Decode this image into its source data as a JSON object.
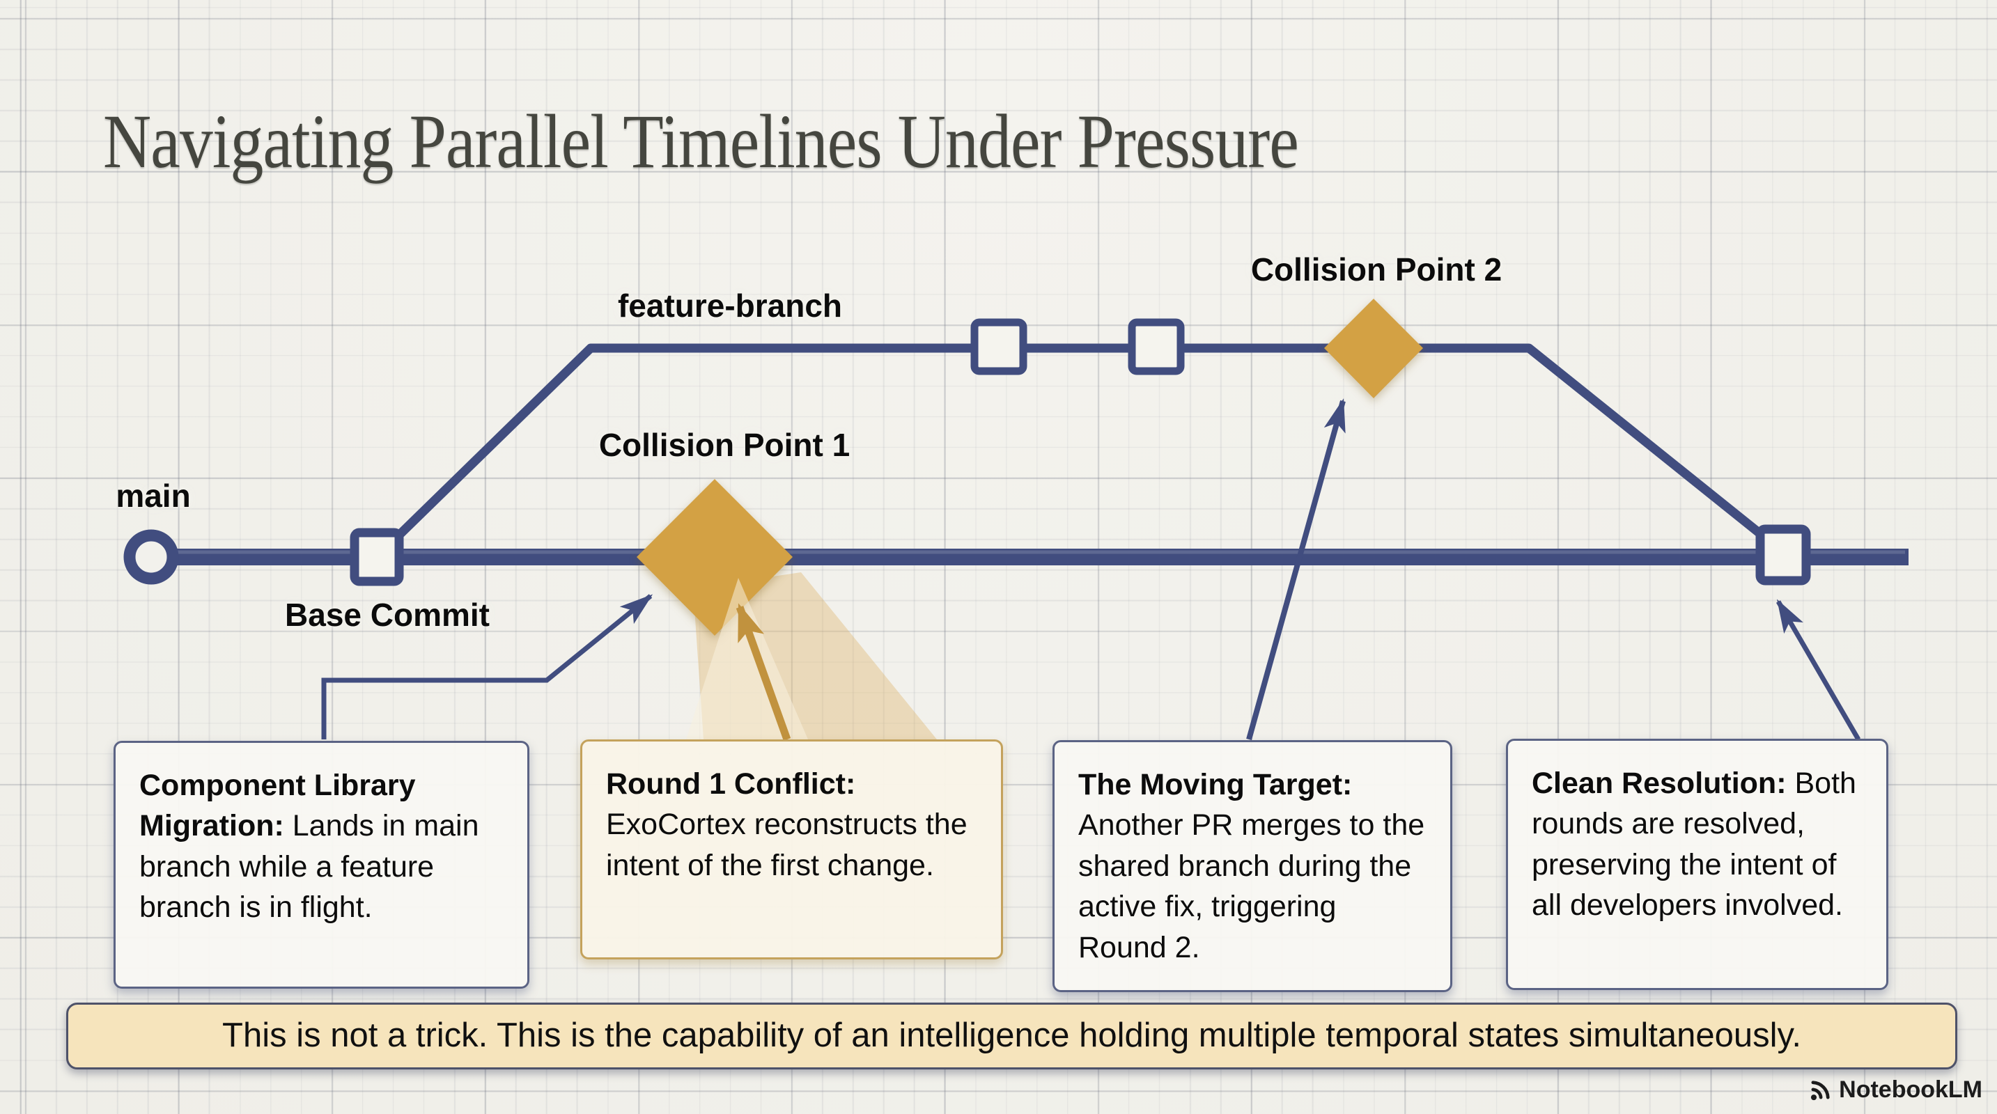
{
  "title": "Navigating Parallel Timelines Under Pressure",
  "diagram": {
    "branch_labels": {
      "main": "main",
      "feature": "feature-branch"
    },
    "node_labels": {
      "base_commit": "Base Commit",
      "collision_1": "Collision Point 1",
      "collision_2": "Collision Point 2"
    }
  },
  "callouts": [
    {
      "lead": "Component Library Migration:",
      "body": "Lands in main branch while a feature branch is in flight."
    },
    {
      "lead": "Round 1 Conflict:",
      "body": "ExoCortex reconstructs the intent of the first change."
    },
    {
      "lead": "The Moving Target:",
      "body": "Another PR merges to the shared branch during the active fix, triggering Round 2."
    },
    {
      "lead": "Clean Resolution:",
      "body": "Both rounds are resolved, preserving the intent of all developers involved."
    }
  ],
  "banner": {
    "text": "This is not a trick. This is the capability of an intelligence holding multiple temporal states simultaneously."
  },
  "watermark": {
    "label": "NotebookLM",
    "icon": "notebooklm-logo-icon"
  },
  "colors": {
    "accent_gold": "#d3a144",
    "gold_arrow": "#c1923e",
    "line_blue": "#414d7f",
    "banner_bg": "#f6e4bc",
    "paper": "#f2f1ec"
  }
}
